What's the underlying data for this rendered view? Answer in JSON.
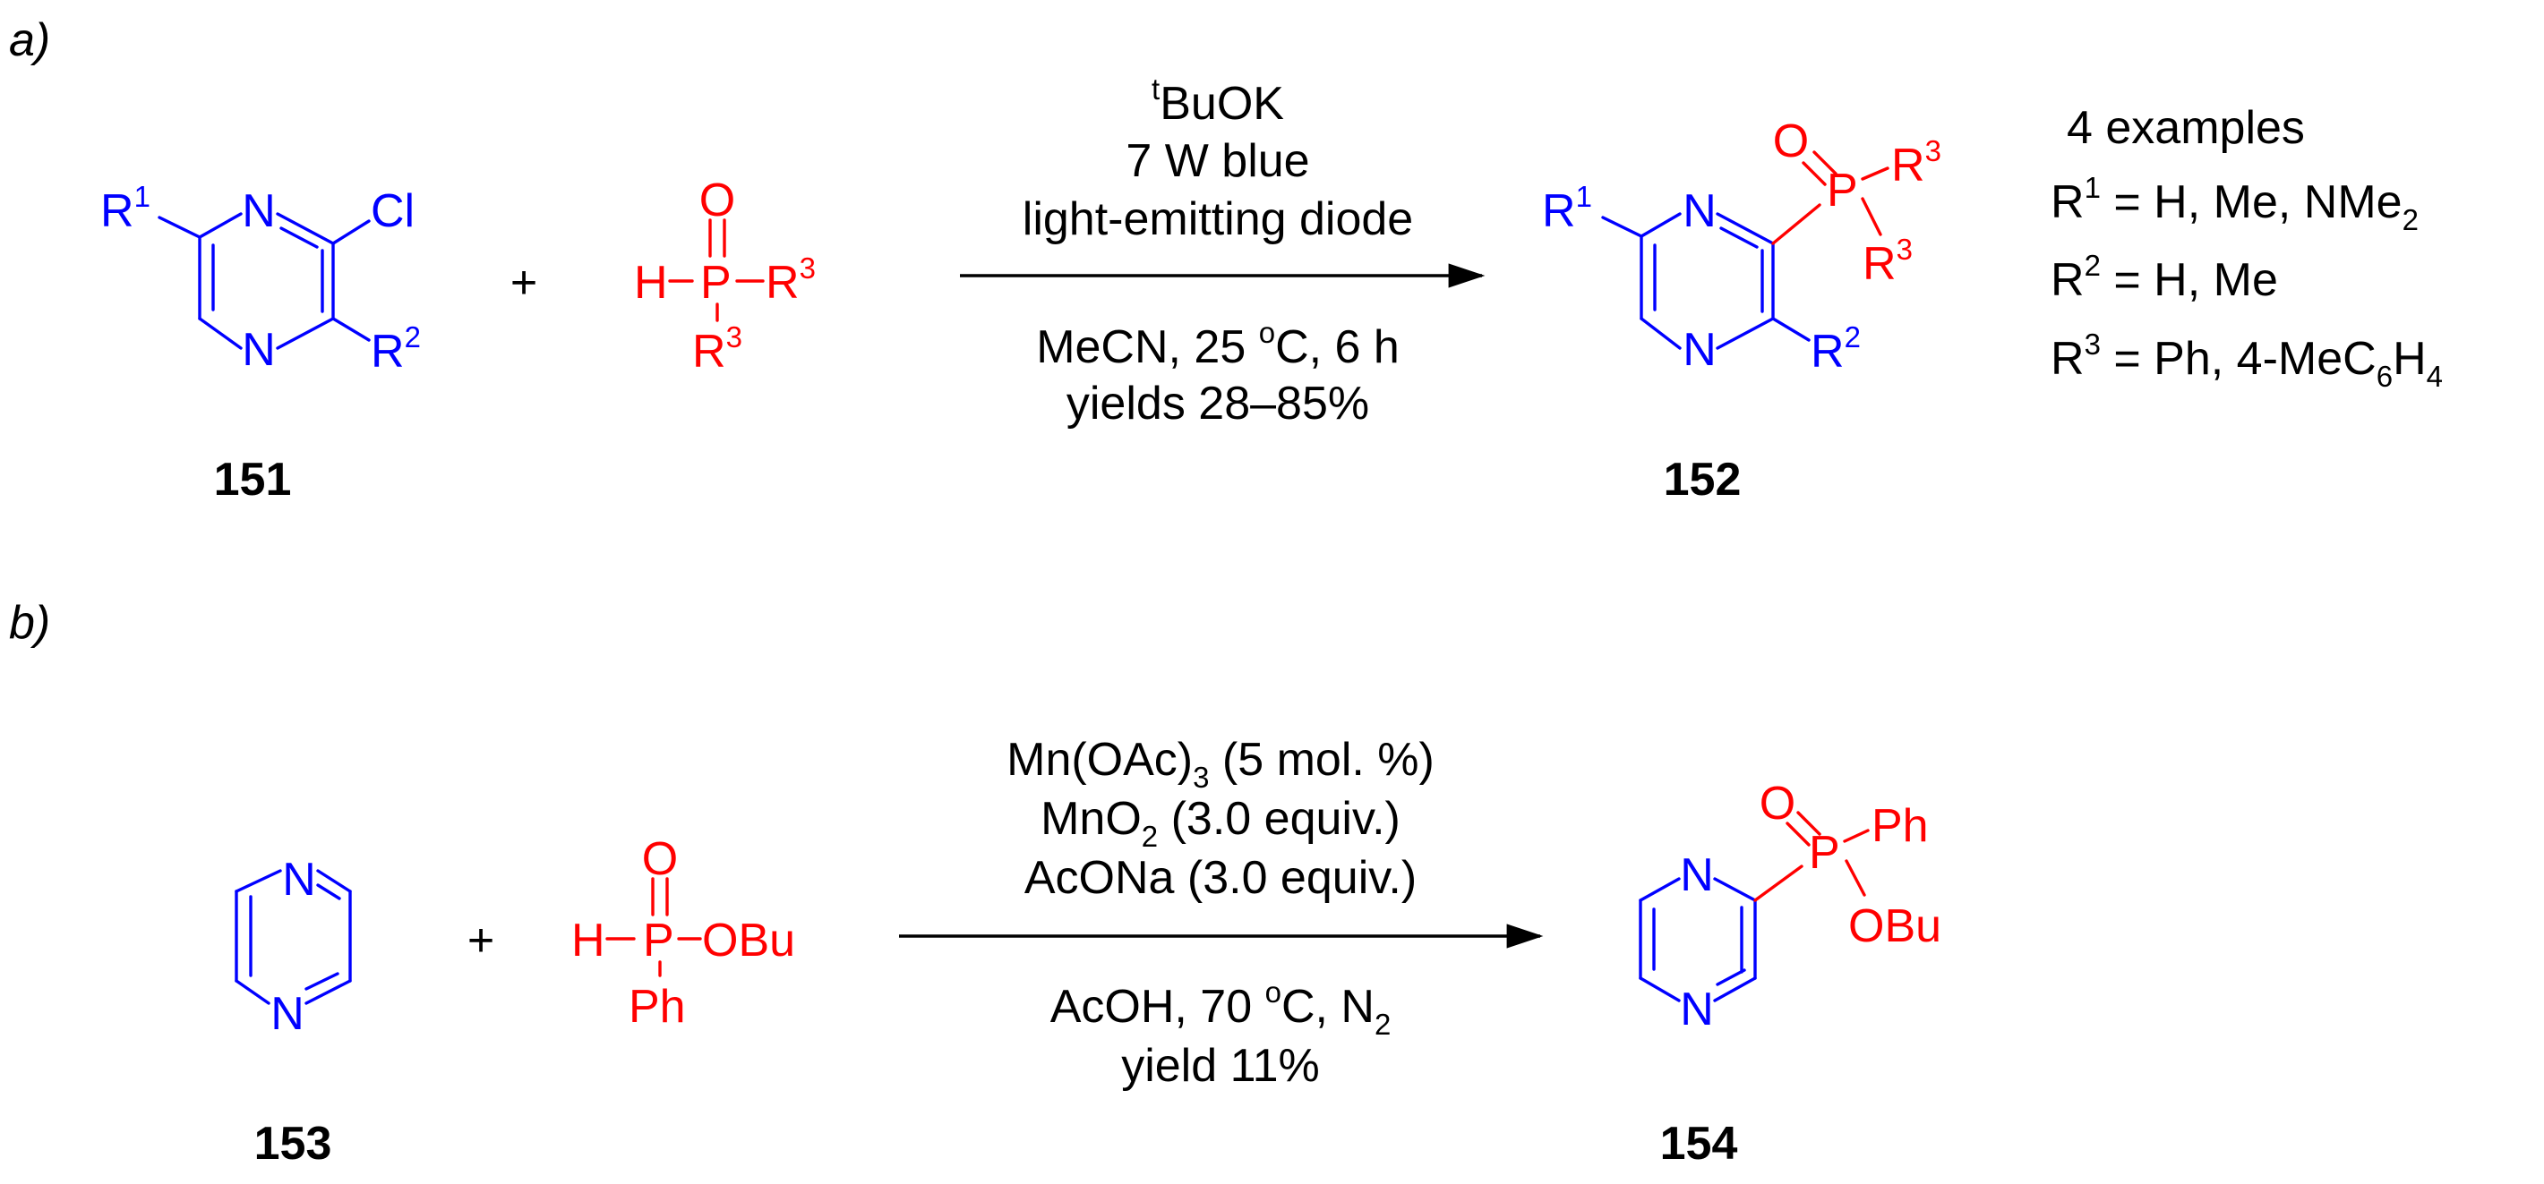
{
  "panel_a": {
    "label": "a)",
    "reactant1": {
      "r1": "R",
      "r1_sup": "1",
      "r2": "R",
      "r2_sup": "2",
      "n": "N",
      "cl": "Cl",
      "id": "151"
    },
    "plus": "+",
    "reagent": {
      "h": "H",
      "p": "P",
      "o": "O",
      "r3": "R",
      "r3_sup": "3"
    },
    "conditions_above": {
      "base": "BuOK",
      "base_sup": "t",
      "light_1": "7 W blue",
      "light_2": "light-emitting diode"
    },
    "conditions_below": {
      "solvent": "MeCN, 25 ",
      "degree": "o",
      "temp_rest": "C, 6 h",
      "yield": "yields 28–85%"
    },
    "product": {
      "id": "152"
    },
    "scope": {
      "line1": "4 examples",
      "line2_pre": "R",
      "line2_sup": "1",
      "line2_text": " = H, Me, NMe",
      "line2_sub": "2",
      "line3_pre": "R",
      "line3_sup": "2",
      "line3_text": " = H, Me",
      "line4_pre": "R",
      "line4_sup": "3",
      "line4_text": " = Ph, 4-MeC",
      "line4_sub1": "6",
      "line4_mid": "H",
      "line4_sub2": "4"
    }
  },
  "panel_b": {
    "label": "b)",
    "reactant1": {
      "n": "N",
      "id": "153"
    },
    "plus": "+",
    "reagent": {
      "h": "H",
      "p": "P",
      "o": "O",
      "obu": "OBu",
      "ph": "Ph"
    },
    "conditions_above": {
      "c1": "Mn(OAc)",
      "c1_sub": "3",
      "c1_rest": " (5 mol. %)",
      "c2": "MnO",
      "c2_sub": "2",
      "c2_rest": " (3.0 equiv.)",
      "c3": "AcONa (3.0 equiv.)"
    },
    "conditions_below": {
      "c4": "AcOH, 70 ",
      "degree": "o",
      "c4_mid": "C, N",
      "c4_sub": "2",
      "yield": "yield 11%"
    },
    "product": {
      "ph": "Ph",
      "obu": "OBu",
      "id": "154"
    }
  },
  "colors": {
    "heterocycle": "#0000ff",
    "phosphorus_reagent": "#ff0000",
    "text": "#000000"
  }
}
